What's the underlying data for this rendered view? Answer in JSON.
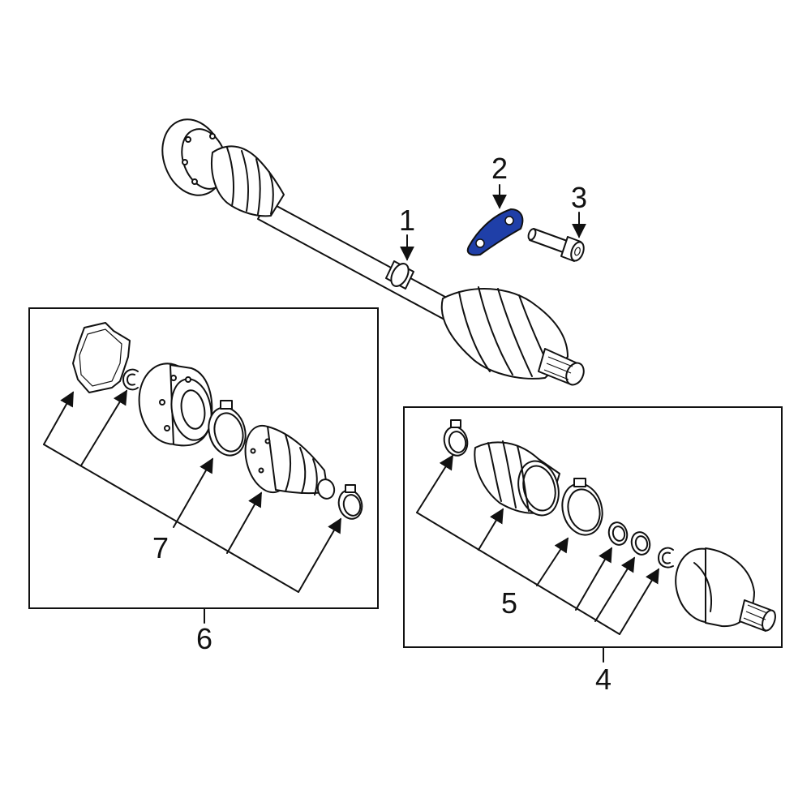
{
  "callouts": {
    "c1": "1",
    "c2": "2",
    "c3": "3",
    "c4": "4",
    "c5": "5",
    "c6": "6",
    "c7": "7"
  },
  "colors": {
    "line": "#111111",
    "highlight": "#1f3fa8",
    "background": "#ffffff"
  }
}
